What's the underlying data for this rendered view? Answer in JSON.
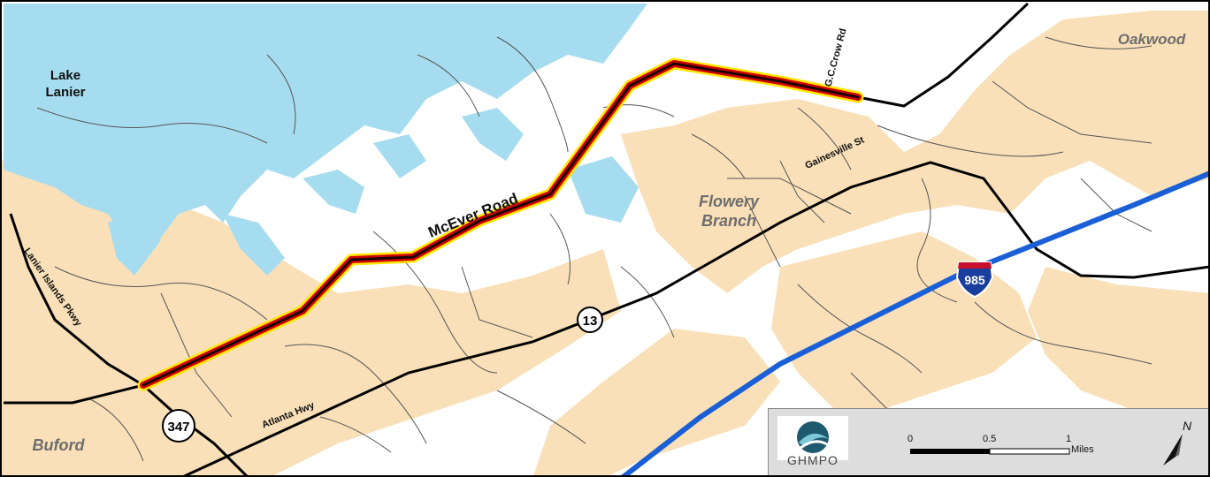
{
  "map": {
    "places": {
      "oakwood": "Oakwood",
      "flowery_branch_1": "Flowery",
      "flowery_branch_2": "Branch",
      "buford": "Buford"
    },
    "water": {
      "lake_1": "Lake",
      "lake_2": "Lanier"
    },
    "roads": {
      "mcever": "McEver Road",
      "gc_crow": "G.C.Crow Rd",
      "gainesville": "Gainesville St",
      "lanier_islands": "Lanier Islands Pkwy",
      "atlanta_hwy": "Atlanta Hwy"
    },
    "shields": {
      "sr13": "13",
      "sr347": "347",
      "i985": "985"
    },
    "colors": {
      "water": "#a6dcef",
      "urban": "#f9e0b8",
      "interstate": "#1a5fd6",
      "highlight_outer": "#ffe600",
      "highlight_mid": "#d40000",
      "highlight_inner": "#1a0000",
      "local_road": "#555555",
      "state_route": "#000000"
    }
  },
  "legend": {
    "logo_text": "GHMPO",
    "scale": {
      "tick_0": "0",
      "tick_1": "0.5",
      "tick_2": "1",
      "unit": "Miles"
    },
    "north_label": "N"
  }
}
